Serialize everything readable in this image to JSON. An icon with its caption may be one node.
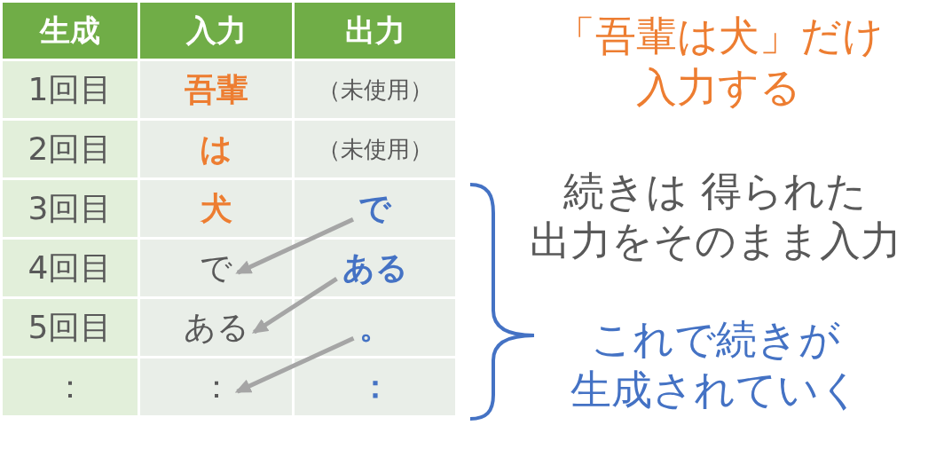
{
  "diagram": {
    "nodes": [
      {
        "text": [
          "で"
        ]
      },
      {
        "text": [
          "で"
        ]
      },
      {
        "text": [
          "ある"
        ]
      },
      {
        "text": [
          "ある"
        ]
      },
      {
        "text": [
          "。"
        ]
      },
      {
        "text": [
          "："
        ]
      }
    ],
    "edges": [
      {
        "from": 0,
        "to": 1,
        "arrow": "to"
      },
      {
        "from": 2,
        "to": 3,
        "arrow": "to"
      },
      {
        "from": 4,
        "to": 5,
        "arrow": "to"
      }
    ],
    "labels": [
      "生成",
      "入力",
      "出力",
      "1回目",
      "吾輩",
      "（未使用）",
      "2回目",
      "は",
      "（未使用）",
      "3回目",
      "犬",
      "4回目",
      "5回目",
      "：",
      "：",
      "「吾輩は犬」だけ入力する",
      "続きは 得られた出力をそのまま入力",
      "これで続きが生成されていく"
    ]
  }
}
